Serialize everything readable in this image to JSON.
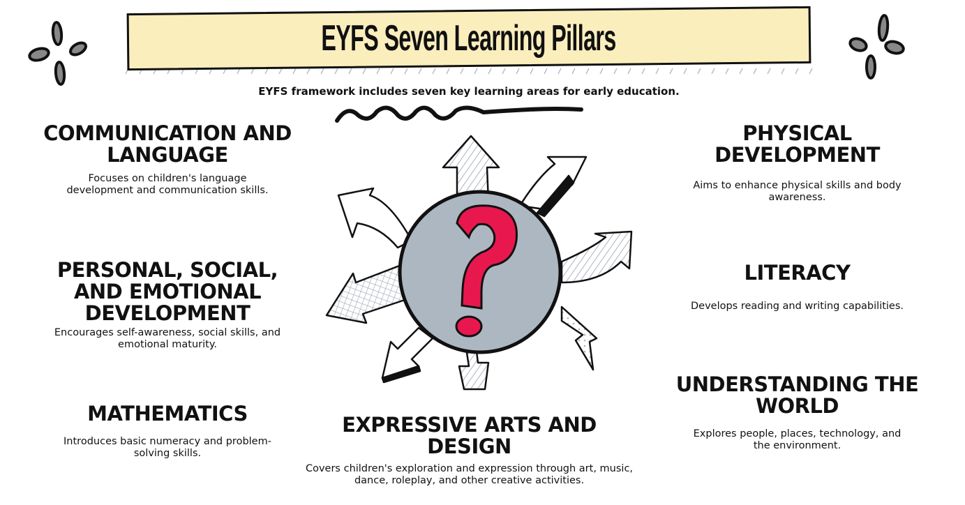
{
  "header": {
    "title": "EYFS Seven Learning Pillars",
    "subtitle": "EYFS framework includes seven key learning areas for early education."
  },
  "pillars": [
    {
      "title": "Communication and Language",
      "description": "Focuses on children's language development and communication skills."
    },
    {
      "title": "Personal, Social, and Emotional Development",
      "description": "Encourages self-awareness, social skills, and emotional maturity."
    },
    {
      "title": "Mathematics",
      "description": "Introduces basic numeracy and problem-solving skills."
    },
    {
      "title": "Expressive Arts and Design",
      "description": "Covers children's exploration and expression through art, music, dance, roleplay, and other creative activities."
    },
    {
      "title": "Physical Development",
      "description": "Aims to enhance physical skills and body awareness."
    },
    {
      "title": "Literacy",
      "description": "Develops reading and writing capabilities."
    },
    {
      "title": "Understanding the World",
      "description": "Explores people, places, technology, and the environment."
    }
  ],
  "colors": {
    "banner": "#fbeebd",
    "circle": "#adb7c2",
    "question": "#e8184f"
  }
}
